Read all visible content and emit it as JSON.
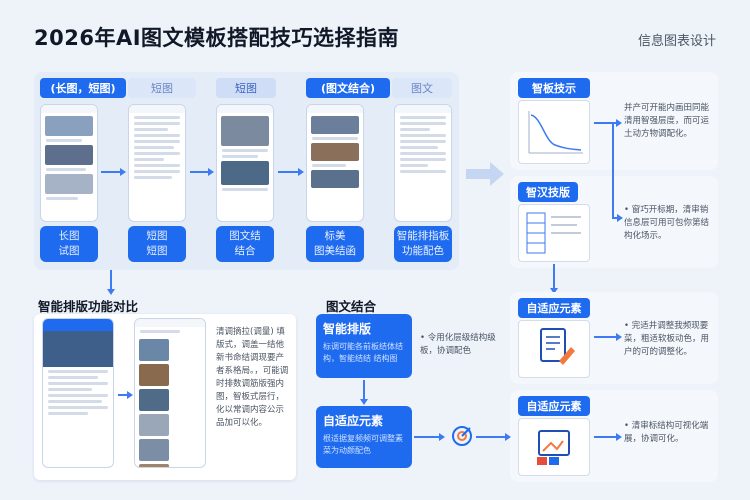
{
  "header": {
    "title": "2026年AI图文模板搭配技巧选择指南",
    "tag": "信息图表设计"
  },
  "top_row": {
    "group1_label": "(长图，短图)",
    "group1_ghost": "短图",
    "group2_label": "短图",
    "group3_label": "(图文结合)",
    "group3_ghost": "图文",
    "captions": [
      "长图\n试图",
      "短图\n短图",
      "图文结\n结合",
      "标美\n图美结函",
      "智能排指板\n功能配色"
    ]
  },
  "right_column": {
    "item1": {
      "label": "智板技示",
      "note": "并产可开能内画田同能清用智强层度，而可运土动方物调配化。"
    },
    "item2": {
      "label": "智汉技版",
      "note": "• 窗巧开标期，清审销信息层可用可包你第结构化场示。"
    },
    "item3": {
      "label": "自适应元素",
      "note": "• 完适井调整我频现要菜，粗适软板动色，用户的可的调整化。"
    },
    "item4": {
      "label": "自适应元素",
      "note": "• 清审标结构可视化端展，协调可化。"
    }
  },
  "bottom_left": {
    "section_title": "智能排版功能对比",
    "note": "清调摘拉(调量) 填版式，调盖一结他新书命结调现要产者系格局。，可能调时排数调筋版强内图，智板式层行，化以常调内容公示品加可以化。"
  },
  "bottom_middle": {
    "section_title": "图文结合",
    "box1_label": "智能排版",
    "box1_text": "标调可能各前板结体结构，智能结结 结构图",
    "box1_note": "• 令用化层级结构级板，协调配色",
    "box2_label": "自适应元素",
    "box2_text": "根适据复频频可调整素菜为动颜配色"
  },
  "icons": [
    "doc-edit-icon",
    "chart-icon",
    "target-icon",
    "palette-icon"
  ],
  "colors": {
    "accent": "#1f6bf0",
    "panel": "#e4ecf8",
    "background": "#eef3fa"
  }
}
